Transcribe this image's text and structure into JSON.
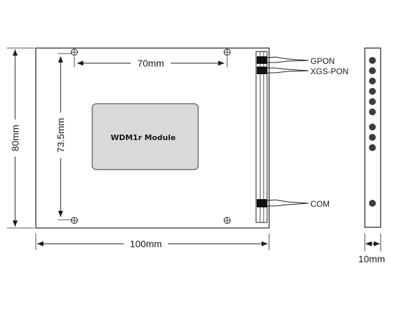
{
  "labels": {
    "dim_70": "70mm",
    "dim_73_5": "73.5mm",
    "dim_80": "80mm",
    "dim_100": "100mm",
    "dim_10": "10mm",
    "module": "WDM1r Module",
    "port_gpon": "GPON",
    "port_xgspon": "XGS-PON",
    "port_com": "COM"
  },
  "colors": {
    "line": "#1a1a1a",
    "module_fill": "#d9d9d9",
    "dot": "#3c3c3c"
  }
}
